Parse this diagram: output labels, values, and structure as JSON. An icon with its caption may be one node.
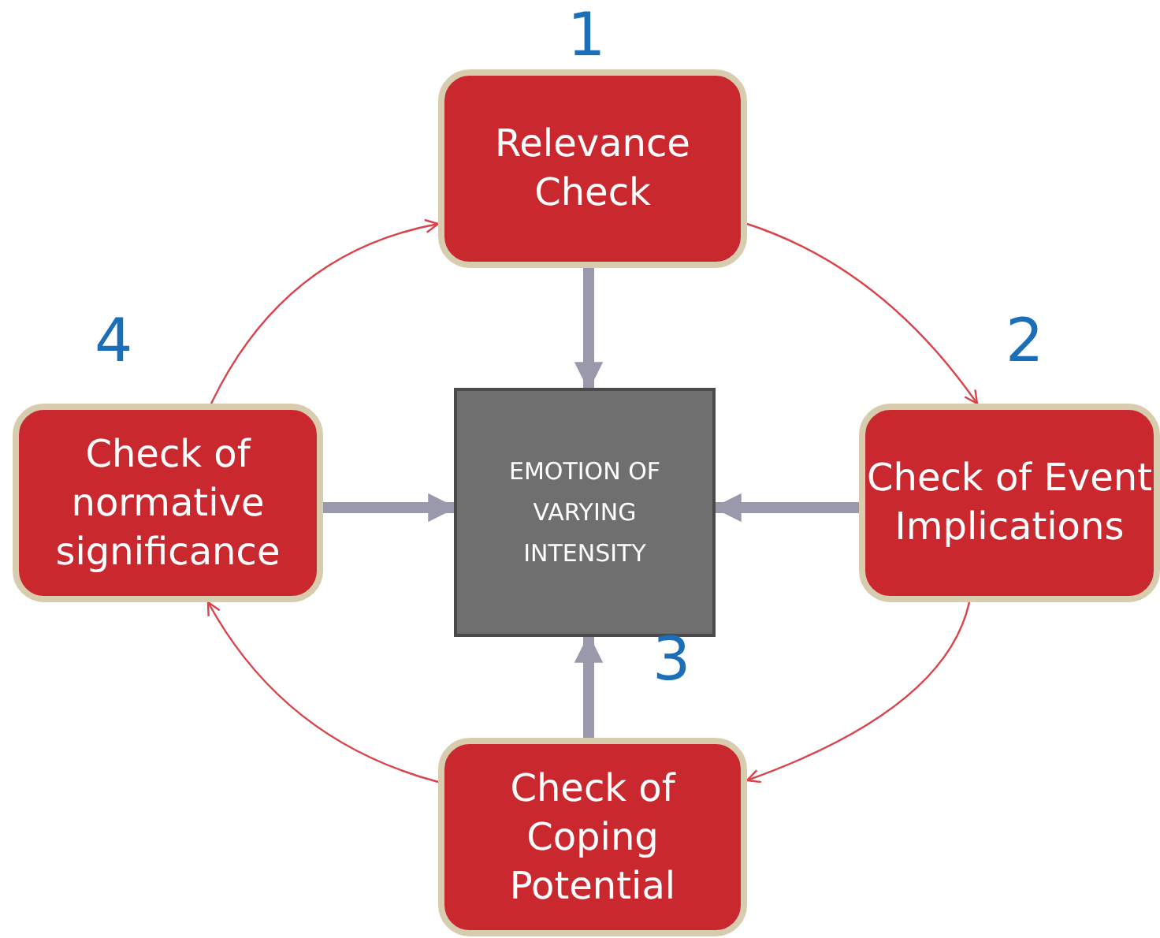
{
  "diagram": {
    "nodes": [
      {
        "text": [
          "Relevance Check"
        ],
        "beside": [
          "1"
        ]
      },
      {
        "text": [
          "Check of Event Implications"
        ],
        "beside": [
          "2"
        ]
      },
      {
        "text": [
          "Check of Coping Potential"
        ]
      },
      {
        "text": [
          "Check of normative significance"
        ],
        "beside": [
          "4"
        ]
      },
      {
        "text": [
          "EMOTION OF VARYING INTENSITY"
        ]
      }
    ],
    "edges": [
      {
        "from": 0,
        "to": 4,
        "arrow": "to",
        "style": "thick"
      },
      {
        "from": 1,
        "to": 4,
        "arrow": "to",
        "style": "thick"
      },
      {
        "from": 2,
        "to": 4,
        "arrow": "to",
        "style": "thick"
      },
      {
        "from": 3,
        "to": 4,
        "arrow": "to",
        "style": "thick"
      },
      {
        "from": 0,
        "to": 1,
        "arrow": "to",
        "color": "#d9434a"
      },
      {
        "from": 1,
        "to": 2,
        "arrow": "to",
        "color": "#d9434a"
      },
      {
        "from": 2,
        "to": 3,
        "arrow": "to",
        "color": "#d9434a"
      },
      {
        "from": 3,
        "to": 0,
        "arrow": "to",
        "color": "#d9434a"
      }
    ],
    "labels": [
      "3"
    ]
  }
}
